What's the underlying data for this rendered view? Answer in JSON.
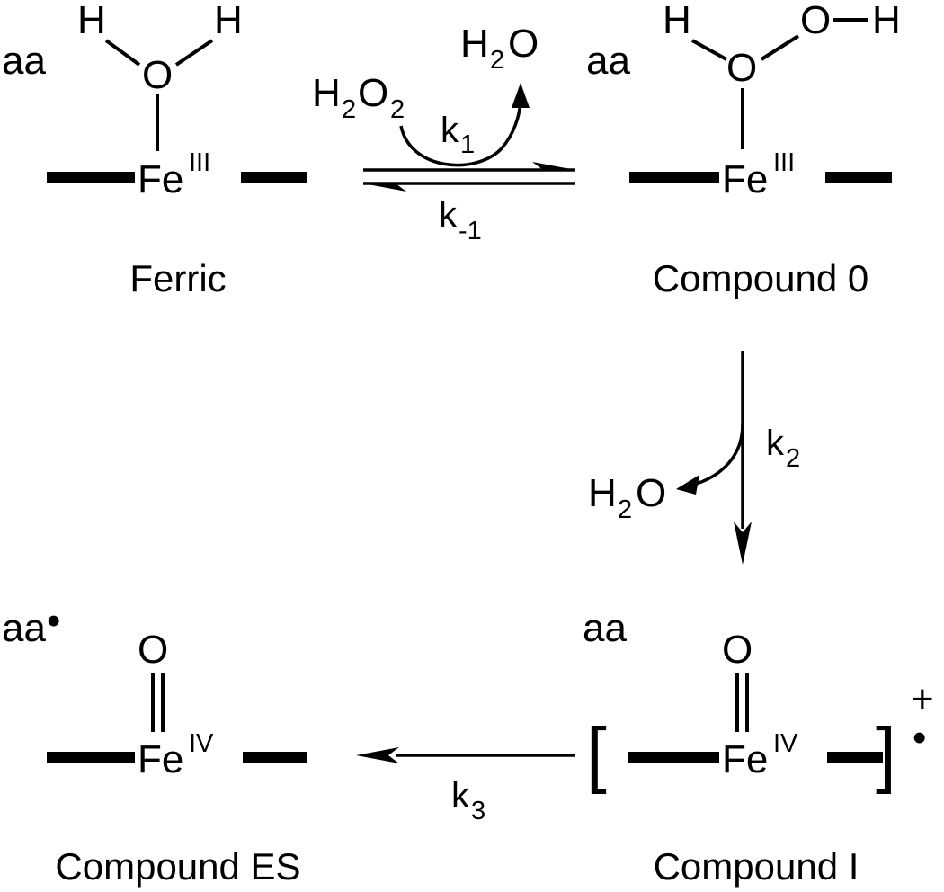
{
  "species": {
    "ferric": {
      "name": "Ferric",
      "aa": "aa",
      "metal": "Fe",
      "oxidation": "III",
      "ligand_h1": "H",
      "ligand_o": "O",
      "ligand_h2": "H"
    },
    "compound0": {
      "name": "Compound 0",
      "aa": "aa",
      "metal": "Fe",
      "oxidation": "III",
      "ligand_h1": "H",
      "ligand_o1": "O",
      "ligand_o2": "O",
      "ligand_h2": "H"
    },
    "compoundI": {
      "name": "Compound I",
      "aa": "aa",
      "metal": "Fe",
      "oxidation": "IV",
      "oxo": "O",
      "bracket_left": "[",
      "bracket_right": "]",
      "charge": "+",
      "radical": "•"
    },
    "compoundES": {
      "name": "Compound ES",
      "aa": "aa",
      "radical": "•",
      "metal": "Fe",
      "oxidation": "IV",
      "oxo": "O"
    }
  },
  "reactions": {
    "step1": {
      "reagent_main": "H",
      "reagent_sub1": "2",
      "reagent_o": "O",
      "reagent_sub2": "2",
      "product_h": "H",
      "product_sub": "2",
      "product_o": "O",
      "forward_k": "k",
      "forward_sub": "1",
      "reverse_k": "k",
      "reverse_sub": "-1"
    },
    "step2": {
      "product_h": "H",
      "product_sub": "2",
      "product_o": "O",
      "k": "k",
      "k_sub": "2"
    },
    "step3": {
      "k": "k",
      "k_sub": "3"
    }
  }
}
